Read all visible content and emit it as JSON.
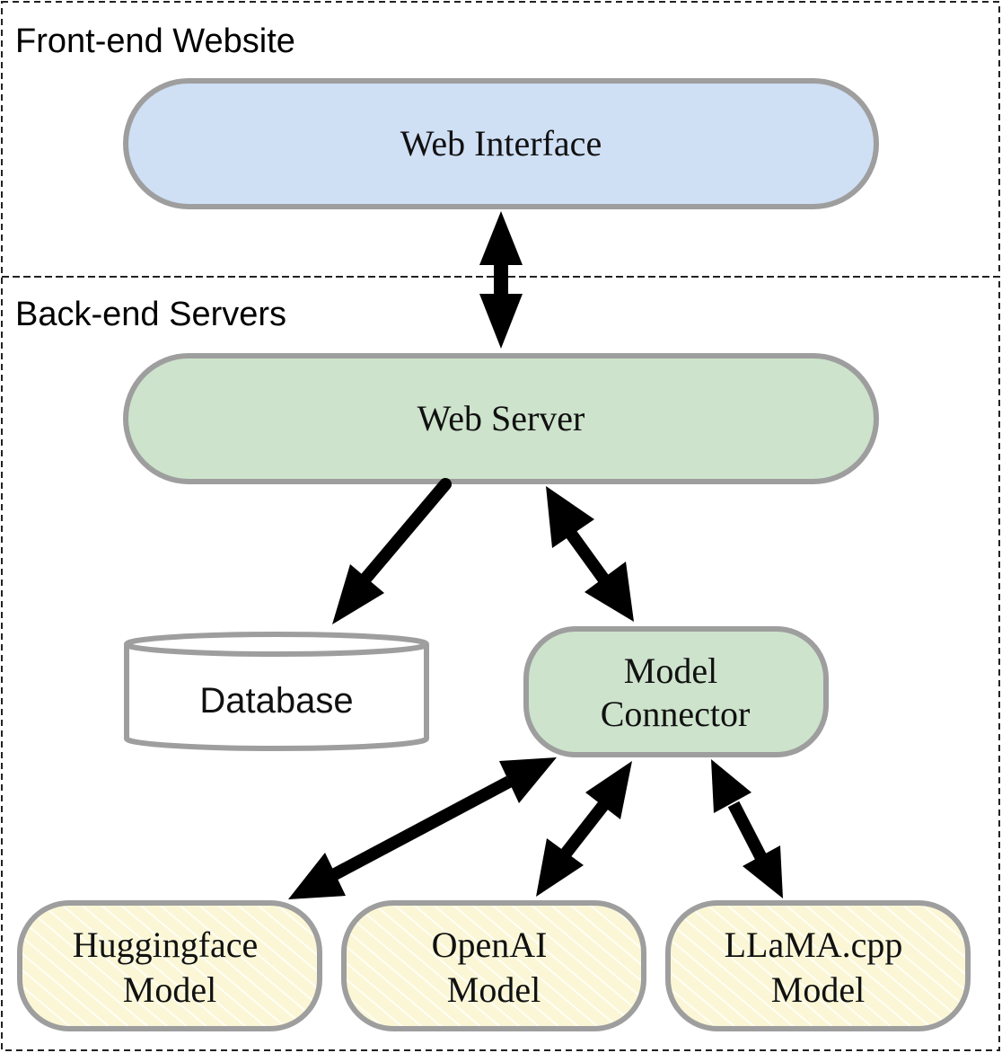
{
  "regions": {
    "frontend": "Front-end Website",
    "backend": "Back-end Servers"
  },
  "nodes": {
    "web_interface": "Web Interface",
    "web_server": "Web Server",
    "database": "Database",
    "model_connector": [
      "Model",
      "Connector"
    ],
    "huggingface": [
      "Huggingface",
      "Model"
    ],
    "openai": [
      "OpenAI",
      "Model"
    ],
    "llama": [
      "LLaMA.cpp",
      "Model"
    ]
  },
  "colors": {
    "frontend_fill": "#cfdff4",
    "backend_fill": "#cde3cc",
    "model_fill": "#fcf7d4",
    "node_border": "#9e9e9e"
  }
}
